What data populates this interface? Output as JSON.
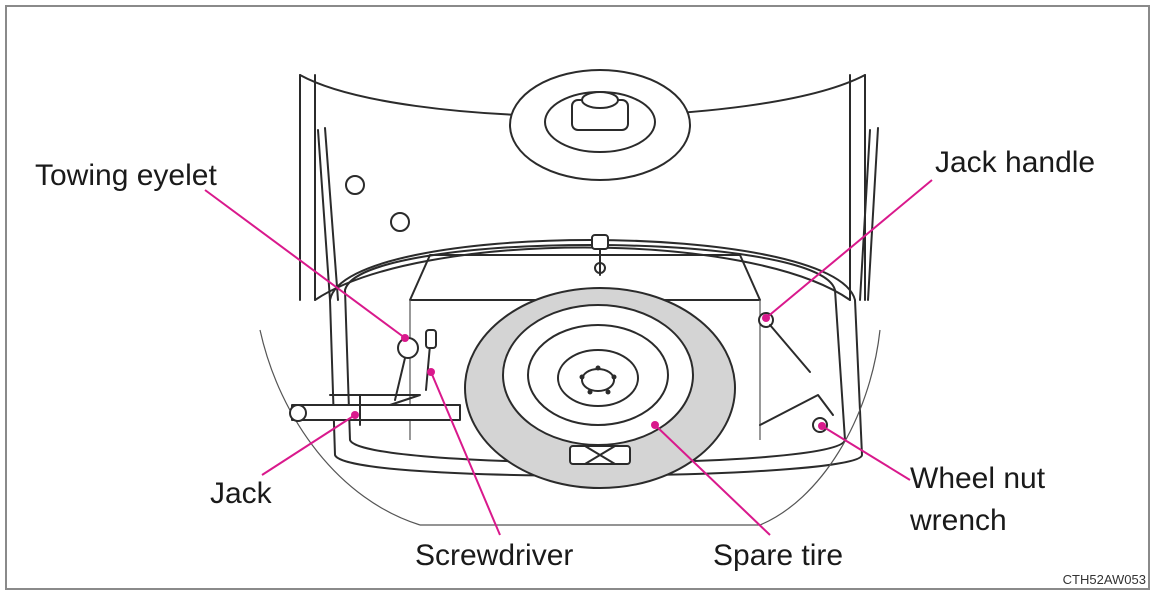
{
  "labels": {
    "towing_eyelet": "Towing eyelet",
    "jack_handle": "Jack handle",
    "jack": "Jack",
    "screwdriver": "Screwdriver",
    "spare_tire": "Spare tire",
    "wheel_nut_wrench_line1": "Wheel nut",
    "wheel_nut_wrench_line2": "wrench"
  },
  "figure_code": "CTH52AW053",
  "colors": {
    "leader_line": "#d9198c",
    "tire_fill": "#d4d4d4",
    "outline": "#2b2b2b",
    "frame_border": "#8a8a8a"
  }
}
